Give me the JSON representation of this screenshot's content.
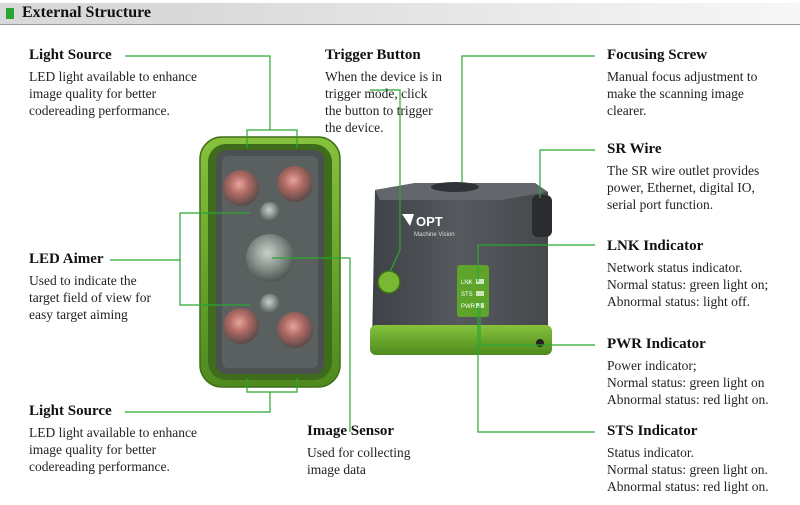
{
  "header": {
    "title": "External Structure"
  },
  "brand": {
    "logo_text": "OPT",
    "logo_sub": "Machine Vision"
  },
  "indicator_labels": [
    "LNK",
    "STS",
    "PWR"
  ],
  "colors": {
    "accent": "#2aa632",
    "device_green": "#6aaa2a",
    "device_dark": "#4a4d52",
    "line": "#2aa632"
  },
  "callouts": {
    "light_source_top": {
      "title": "Light Source",
      "text": "LED light available to enhance\nimage quality for better\ncodereading performance."
    },
    "trigger_button": {
      "title": "Trigger Button",
      "text": "When the device is in\ntrigger mode, click\nthe button to trigger\nthe device."
    },
    "focusing_screw": {
      "title": "Focusing Screw",
      "text": "Manual focus adjustment to\nmake the scanning image\nclearer."
    },
    "sr_wire": {
      "title": "SR Wire",
      "text": "The SR wire outlet provides\npower, Ethernet, digital IO,\nserial port function."
    },
    "lnk_indicator": {
      "title": "LNK Indicator",
      "text": "Network status indicator.\nNormal status: green light on;\nAbnormal status: light off."
    },
    "led_aimer": {
      "title": "LED Aimer",
      "text": "Used to indicate the\ntarget field of view for\neasy target aiming"
    },
    "pwr_indicator": {
      "title": "PWR Indicator",
      "text": "Power indicator;\nNormal status: green light on\nAbnormal status: red light on."
    },
    "light_source_bottom": {
      "title": "Light Source",
      "text": "LED light available to enhance\nimage quality for better\ncodereading performance."
    },
    "image_sensor": {
      "title": "Image Sensor",
      "text": "Used for collecting\nimage data"
    },
    "sts_indicator": {
      "title": "STS Indicator",
      "text": "Status indicator.\nNormal status: green light on.\nAbnormal status: red light on."
    }
  }
}
